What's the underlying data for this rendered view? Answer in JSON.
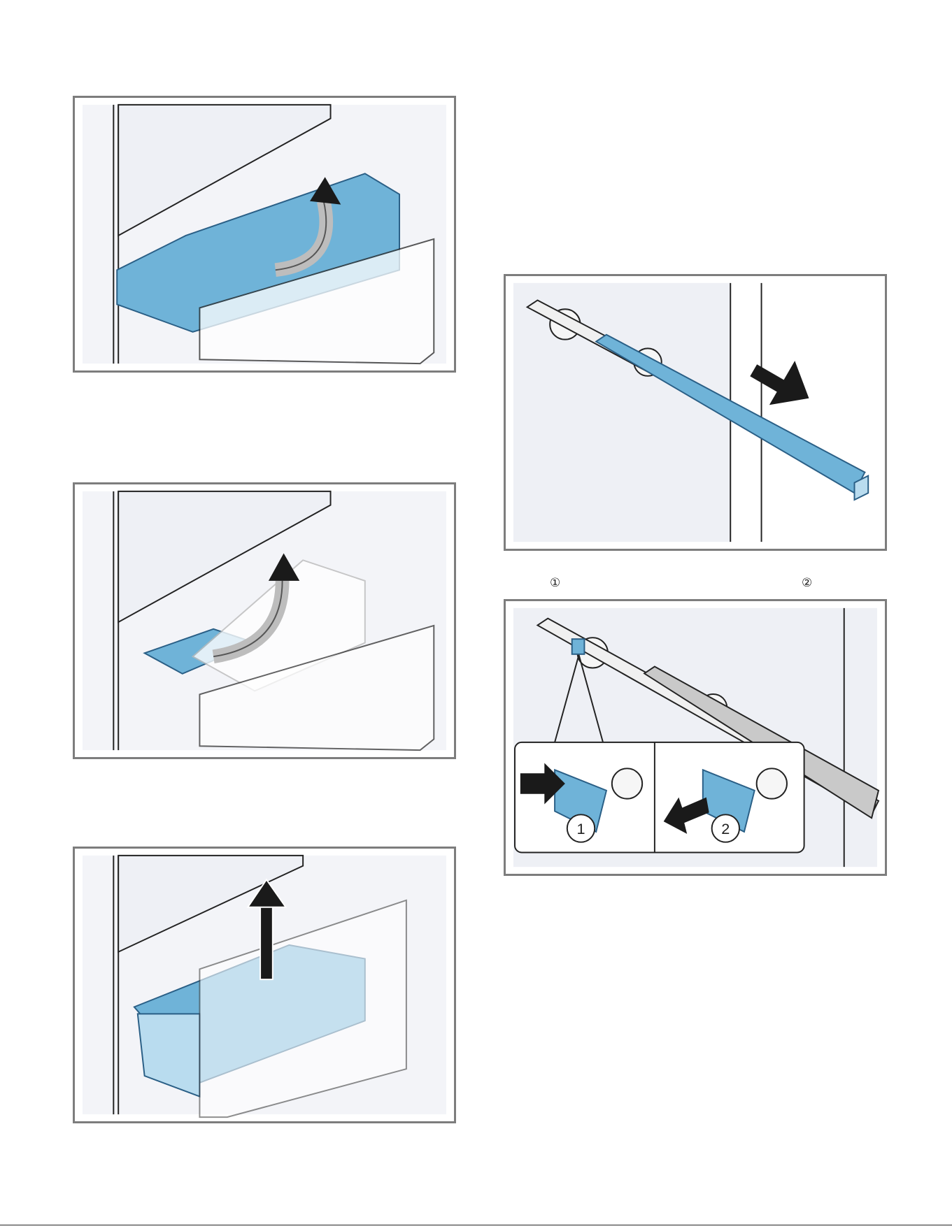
{
  "figures": {
    "fig4": {
      "callout_a": "1",
      "callout_b": "2"
    }
  },
  "markers": {
    "first": "①",
    "second": "②"
  },
  "colors": {
    "frame": "#7d7d7d",
    "accent_blue": "#6fb3d8",
    "light_blue": "#b9dcef",
    "panel": "#eef0f5"
  }
}
